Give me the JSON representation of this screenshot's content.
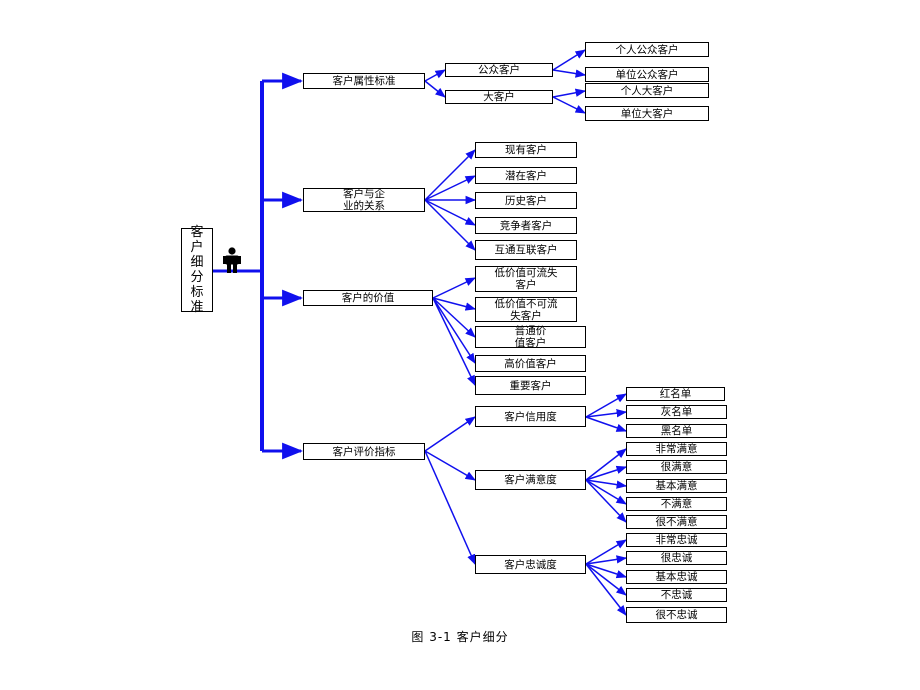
{
  "root": {
    "label": "客\n户\n细\n分\n标\n准"
  },
  "person_icon": "person-icon",
  "categories": [
    {
      "label": "客户属性标准",
      "children": [
        {
          "label": "公众客户",
          "children": [
            "个人公众客户",
            "单位公众客户"
          ]
        },
        {
          "label": "大客户",
          "children": [
            "个人大客户",
            "单位大客户"
          ]
        }
      ]
    },
    {
      "label": "客户与企\n业的关系",
      "children": [
        "现有客户",
        "潜在客户",
        "历史客户",
        "竞争者客户",
        "互通互联客户"
      ]
    },
    {
      "label": "客户的价值",
      "children": [
        "低价值可流失\n客户",
        "低价值不可流\n失客户",
        "普通价\n值客户",
        "高价值客户",
        "重要客户"
      ]
    },
    {
      "label": "客户评价指标",
      "children": [
        {
          "label": "客户信用度",
          "children": [
            "红名单",
            "灰名单",
            "黑名单"
          ]
        },
        {
          "label": "客户满意度",
          "children": [
            "非常满意",
            "很满意",
            "基本满意",
            "不满意",
            "很不满意"
          ]
        },
        {
          "label": "客户忠诚度",
          "children": [
            "非常忠诚",
            "很忠诚",
            "基本忠诚",
            "不忠诚",
            "很不忠诚"
          ]
        }
      ]
    }
  ],
  "caption": "图 3-1  客户细分",
  "colors": {
    "connector": "#1010ee",
    "box_border": "#000000"
  }
}
